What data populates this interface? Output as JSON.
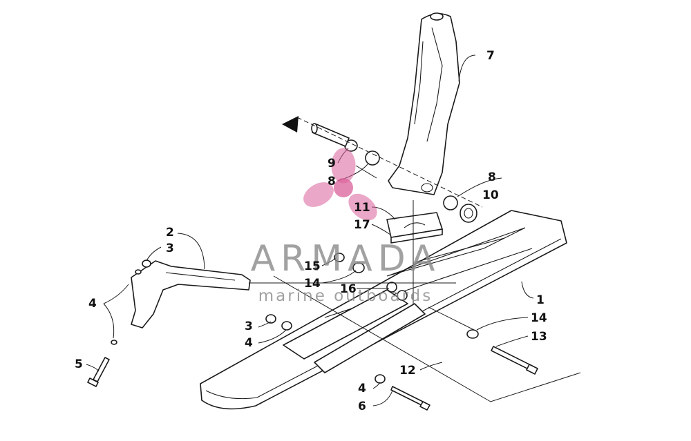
{
  "callouts": [
    {
      "id": "c1",
      "text": "1"
    },
    {
      "id": "c2",
      "text": "2"
    },
    {
      "id": "c3a",
      "text": "3"
    },
    {
      "id": "c3b",
      "text": "3"
    },
    {
      "id": "c4a",
      "text": "4"
    },
    {
      "id": "c4b",
      "text": "4"
    },
    {
      "id": "c4c",
      "text": "4"
    },
    {
      "id": "c5",
      "text": "5"
    },
    {
      "id": "c6",
      "text": "6"
    },
    {
      "id": "c7",
      "text": "7"
    },
    {
      "id": "c8a",
      "text": "8"
    },
    {
      "id": "c8b",
      "text": "8"
    },
    {
      "id": "c9",
      "text": "9"
    },
    {
      "id": "c10",
      "text": "10"
    },
    {
      "id": "c11",
      "text": "11"
    },
    {
      "id": "c12",
      "text": "12"
    },
    {
      "id": "c13",
      "text": "13"
    },
    {
      "id": "c14a",
      "text": "14"
    },
    {
      "id": "c14b",
      "text": "14"
    },
    {
      "id": "c15",
      "text": "15"
    },
    {
      "id": "c16",
      "text": "16"
    },
    {
      "id": "c17",
      "text": "17"
    }
  ],
  "watermark": {
    "title": "ARMADA",
    "subtitle": "marine outboards",
    "color": "#d9609a"
  }
}
